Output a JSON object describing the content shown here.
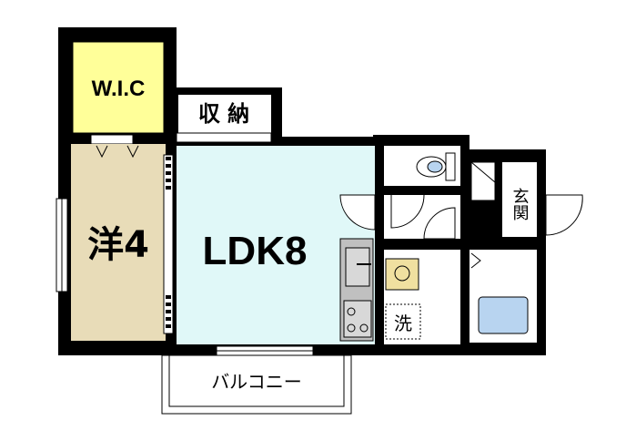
{
  "rooms": {
    "wic": {
      "label": "W.I.C",
      "fill": "#ffff99"
    },
    "storage": {
      "label": "収 納"
    },
    "western": {
      "label": "洋4",
      "fill": "#e8dcb8"
    },
    "ldk": {
      "label": "LDK8",
      "fill": "#e0f8f8"
    },
    "washroom": {
      "label": "洗"
    },
    "entrance": {
      "label": "玄関"
    },
    "balcony": {
      "label": "バルコニー"
    }
  },
  "colors": {
    "wall": "#000000",
    "fixture": "#808080",
    "bath": "#b8d4f0",
    "sink": "#d8d8d8",
    "washer": "#f0e0a0"
  }
}
